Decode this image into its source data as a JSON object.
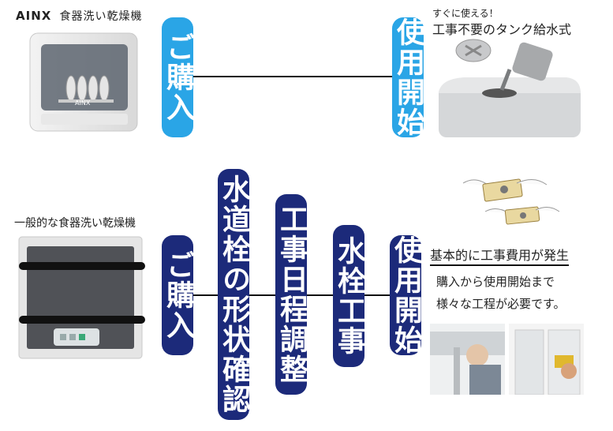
{
  "top": {
    "brand": "AINX",
    "product": "食器洗い乾燥機",
    "step_buy": "ご購入",
    "step_start": "使用開始",
    "callout_line1": "すぐに使える！",
    "callout_line2": "工事不要のタンク給水式",
    "device_logo": "AINX"
  },
  "bottom": {
    "product": "一般的な食器洗い乾燥機",
    "step_buy": "ご購入",
    "step_check": "水道栓の形状確認",
    "step_schedule": "工事日程調整",
    "step_work": "水栓工事",
    "step_start": "使用開始",
    "note_title": "基本的に工事費用が発生",
    "note_line1": "購入から使用開始まで",
    "note_line2": "様々な工程が必要です。"
  },
  "colors": {
    "blue_pill": "#2aa5e6",
    "navy_pill": "#1c2a7a"
  }
}
